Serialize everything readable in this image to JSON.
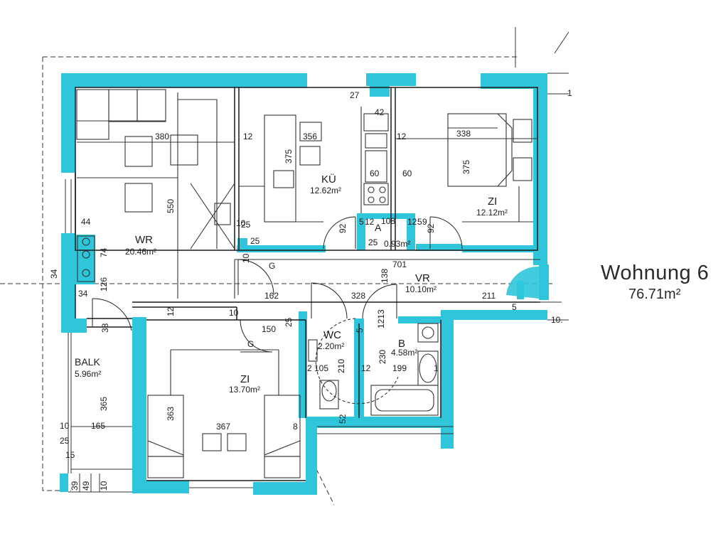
{
  "unit": {
    "name": "Wohnung 6",
    "area": "76.71m²"
  },
  "rooms": {
    "wr": {
      "name": "WR",
      "area": "20.46m²"
    },
    "ku": {
      "name": "KÜ",
      "area": "12.62m²"
    },
    "zi_top": {
      "name": "ZI",
      "area": "12.12m²"
    },
    "a": {
      "name": "A",
      "area": "0.93m²"
    },
    "vr": {
      "name": "VR",
      "area": "10.10m²"
    },
    "wc": {
      "name": "WC",
      "area": "2.20m²"
    },
    "b": {
      "name": "B",
      "area": "4.58m²"
    },
    "zi_bottom": {
      "name": "ZI",
      "area": "13.70m²"
    },
    "balk": {
      "name": "BALK",
      "area": "5.96m²"
    }
  },
  "dims": {
    "d380": "380",
    "d550": "550",
    "d44": "44",
    "d74": "74",
    "d34a": "34",
    "d34b": "34",
    "d126": "126",
    "d38": "38",
    "d12a": "12",
    "d10a": "10",
    "d356": "356",
    "d375a": "375",
    "d12b": "12",
    "d25a": "25",
    "d25b": "25",
    "d27": "27",
    "d42": "42",
    "d60a": "60",
    "d60b": "60",
    "d12c": "12",
    "d338": "338",
    "d375b": "375",
    "d92a": "92",
    "d5a": "5",
    "d12d": "12",
    "d108": "108",
    "d12e": "12",
    "d5b": "5",
    "d9": "9",
    "d92b": "92",
    "d25c": "25",
    "d701": "701",
    "d162": "162",
    "d328": "328",
    "d138": "138",
    "d211": "211",
    "d10b": "10",
    "d150": "150",
    "d25d": "25",
    "d5c": "5",
    "d1213": "1213",
    "d2105": "2 105",
    "d210": "210",
    "d12f": "12",
    "d230": "230",
    "d199": "199",
    "d1g": "1",
    "d367": "367",
    "d363": "363",
    "d8": "8",
    "d52": "52",
    "d365": "365",
    "d165": "165",
    "d10c": "10",
    "d25e": "25",
    "d15": "15",
    "d39": "39",
    "d49": "49",
    "d10d": "10",
    "d10e": "10",
    "d1": "1",
    "d5e": "5",
    "d10f": "10.",
    "g1": "G",
    "g2": "G"
  },
  "colors": {
    "wall_accent": "#2fc6dc",
    "line": "#1a1a1a",
    "background": "#ffffff"
  }
}
